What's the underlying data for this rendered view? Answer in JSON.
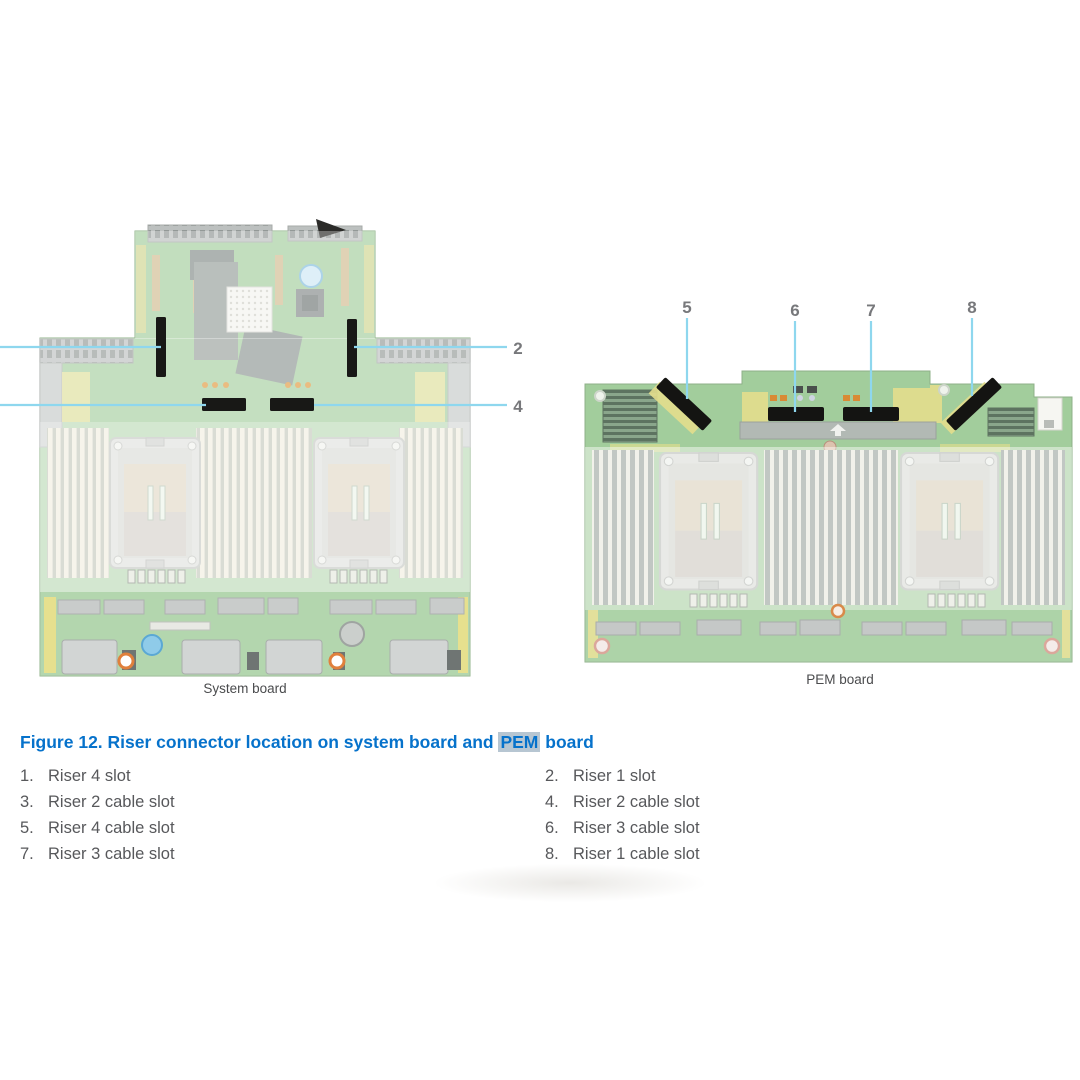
{
  "colors": {
    "caption_blue": "#0672cb",
    "caption_highlight_bg": "#b7c6d2",
    "leader_line": "#8ed7ee",
    "callout_text": "#77787b",
    "body_text": "#57585b",
    "board_green": "#a6cfa0",
    "slot_black": "#181816"
  },
  "figure": {
    "caption": {
      "before": "Figure 12. Riser connector location on system board and ",
      "highlight": "PEM",
      "after": " board"
    },
    "board_labels": {
      "system": "System board",
      "pem": "PEM board"
    },
    "callouts": {
      "c2": "2",
      "c4": "4",
      "c5": "5",
      "c6": "6",
      "c7": "7",
      "c8": "8"
    },
    "legend": {
      "left": [
        {
          "num": "1.",
          "text": "Riser 4 slot"
        },
        {
          "num": "3.",
          "text": "Riser 2 cable slot"
        },
        {
          "num": "5.",
          "text": "Riser 4 cable slot"
        },
        {
          "num": "7.",
          "text": "Riser 3 cable slot"
        }
      ],
      "right": [
        {
          "num": "2.",
          "text": "Riser 1 slot"
        },
        {
          "num": "4.",
          "text": "Riser 2 cable slot"
        },
        {
          "num": "6.",
          "text": "Riser 3 cable slot"
        },
        {
          "num": "8.",
          "text": "Riser 1 cable slot"
        }
      ]
    }
  }
}
